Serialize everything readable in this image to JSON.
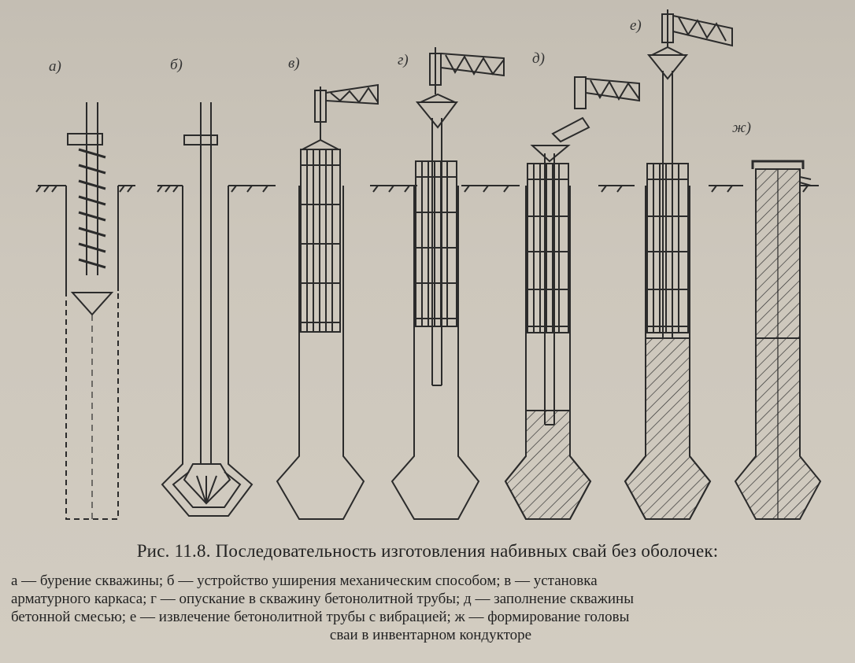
{
  "figure": {
    "stage_labels": [
      "а)",
      "б)",
      "в)",
      "г)",
      "д)",
      "е)",
      "ж)"
    ]
  },
  "caption": {
    "title": "Рис. 11.8. Последовательность изготовления набивных свай без оболочек:",
    "line1": "а — бурение скважины; б — устройство уширения механическим способом; в — установка",
    "line2": "арматурного каркаса; г — опускание в скважину бетонолитной трубы; д — заполнение скважины",
    "line3": "бетонной смесью; е — извлечение бетонолитной трубы с вибрацией; ж — формирование головы",
    "line4": "сваи в инвентарном кондукторе"
  },
  "colors": {
    "paper": "#cdc7bc",
    "ink": "#2b2b2b"
  }
}
